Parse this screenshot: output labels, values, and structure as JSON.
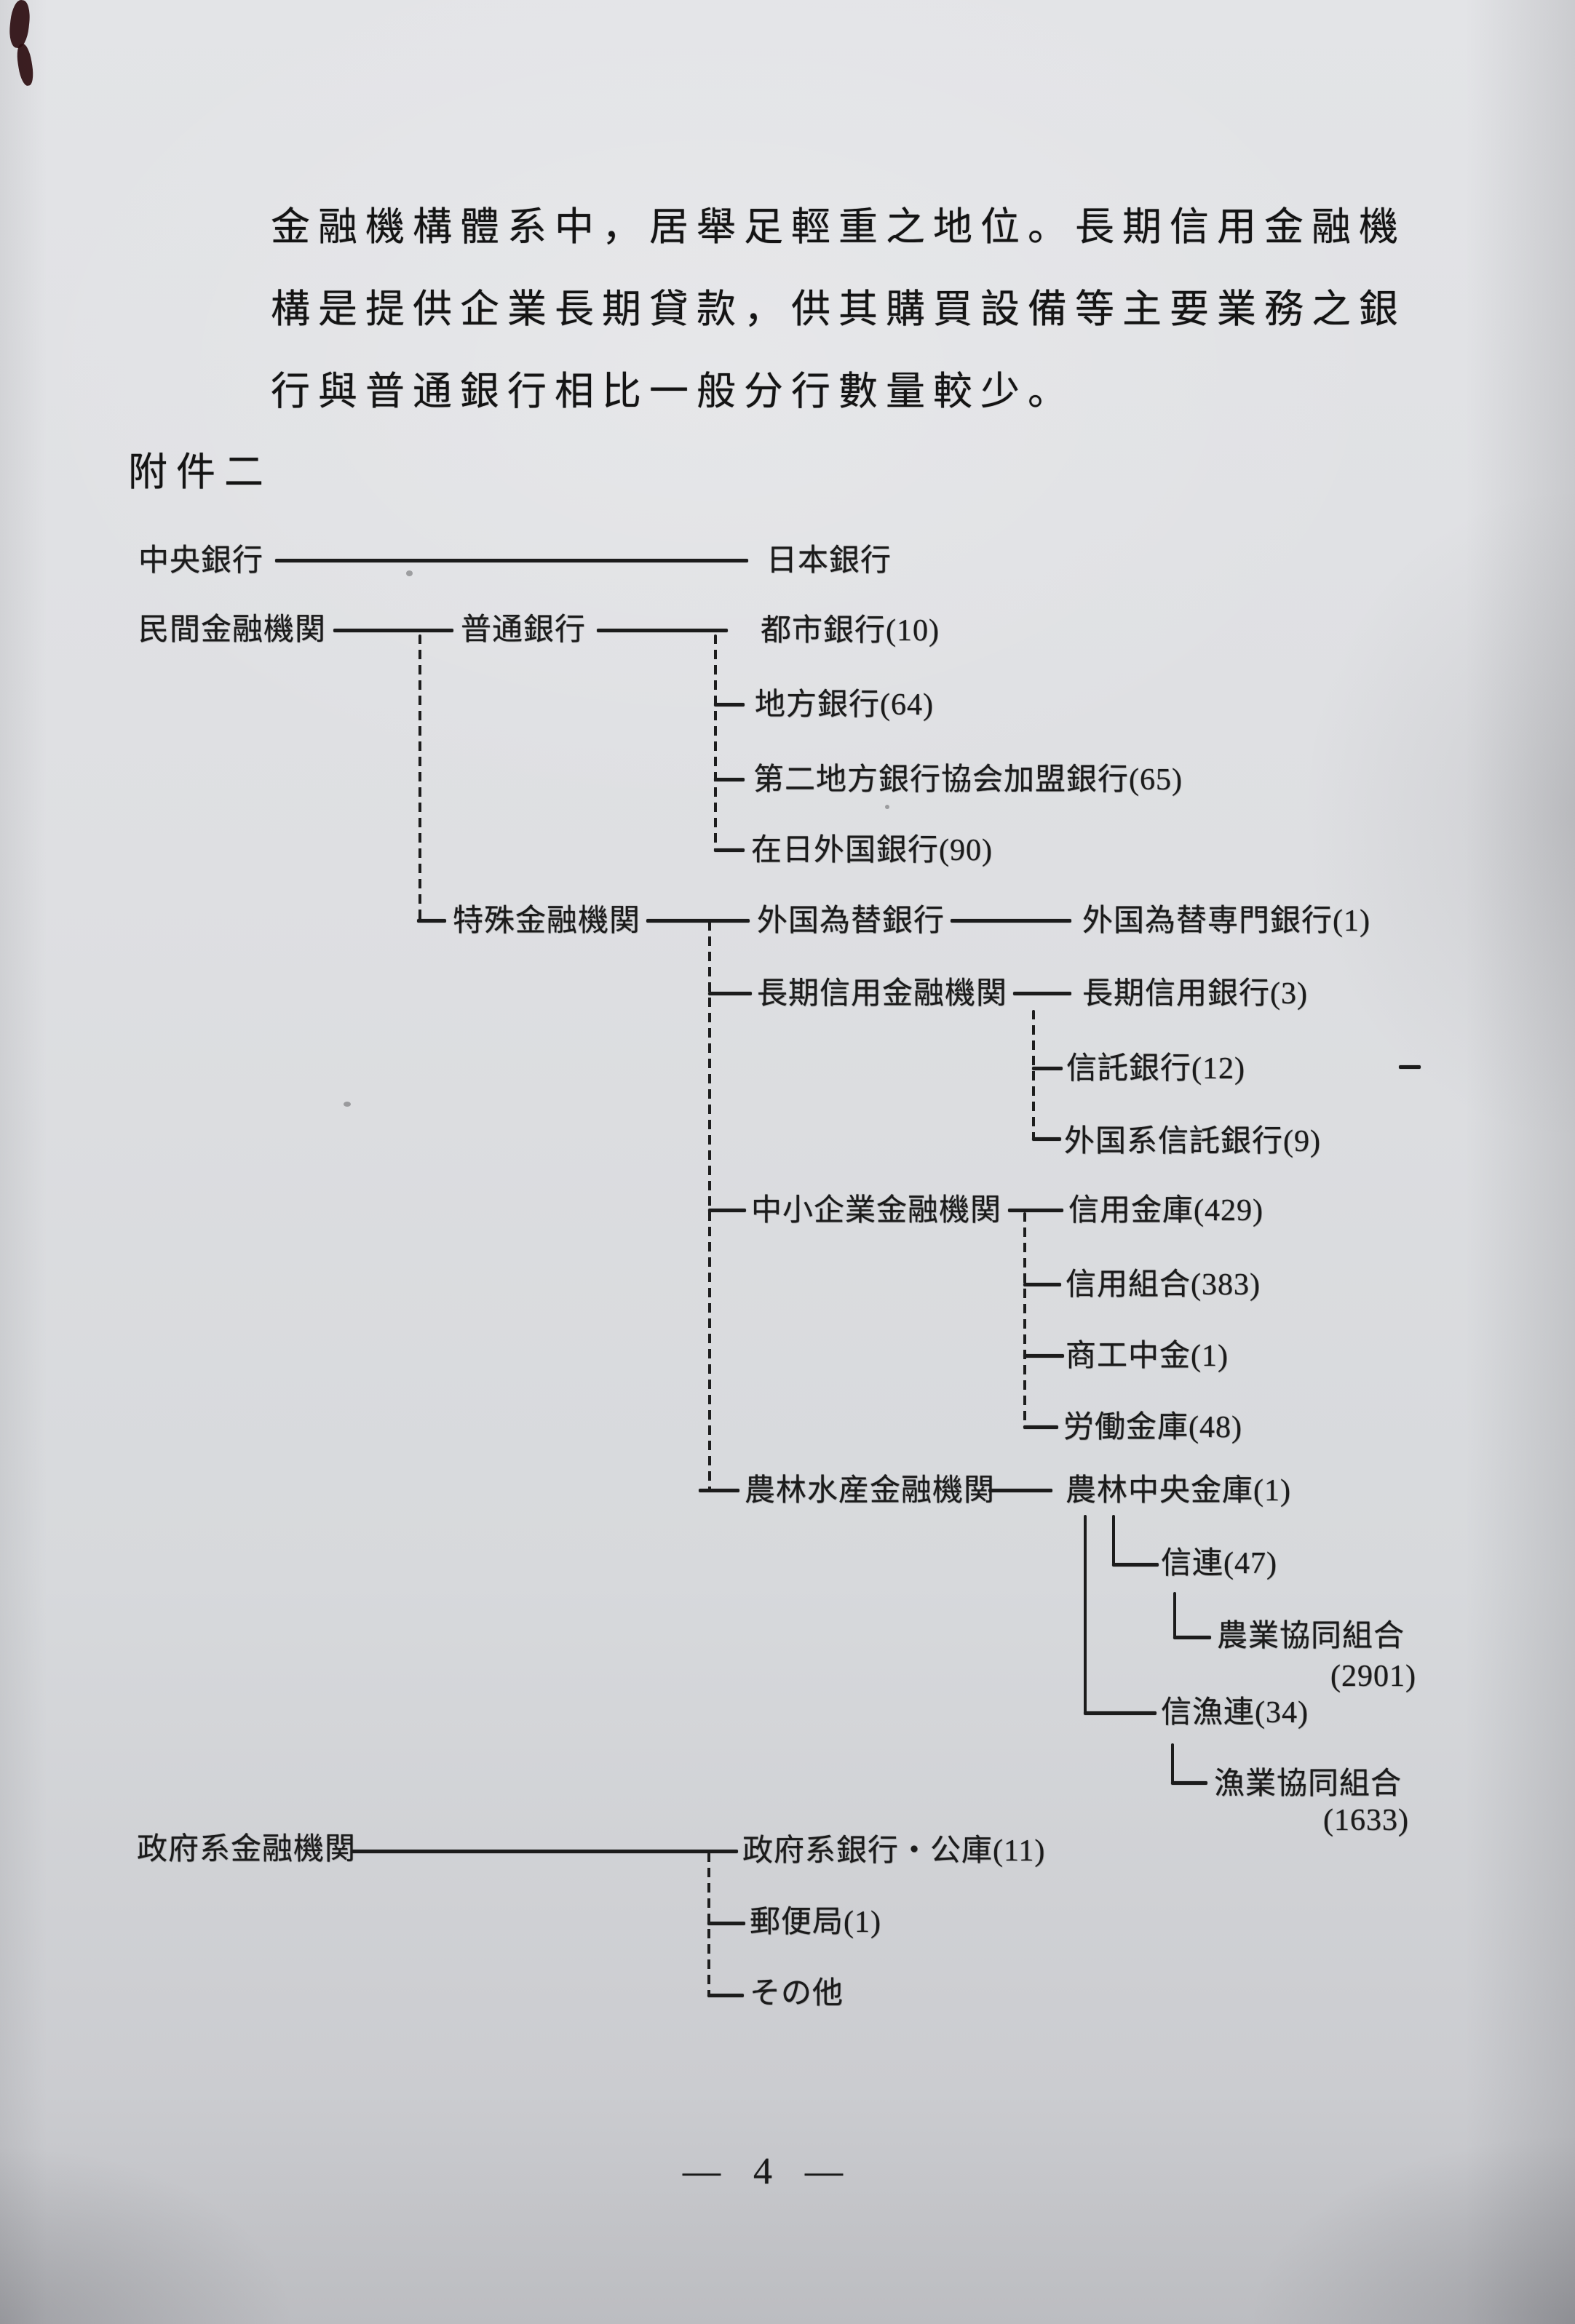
{
  "page": {
    "paragraph": {
      "line1": "金融機構體系中，居舉足輕重之地位。長期信用金融機",
      "line2": "構是提供企業長期貸款，供其購買設備等主要業務之銀",
      "line3": "行與普通銀行相比一般分行數量較少。"
    },
    "attachment_label": "附件二",
    "page_number": "— 4 —"
  },
  "labels": {
    "central_bank": "中央銀行",
    "bank_of_japan": "日本銀行",
    "private_financial": "民間金融機関",
    "ordinary_bank": "普通銀行",
    "city_bank": "都市銀行(10)",
    "regional_bank": "地方銀行(64)",
    "second_regional_bank": "第二地方銀行協会加盟銀行(65)",
    "foreign_bank_in_japan": "在日外国銀行(90)",
    "special_financial": "特殊金融機関",
    "forex_bank": "外国為替銀行",
    "forex_specialized_bank": "外国為替専門銀行(1)",
    "longterm_credit_financial": "長期信用金融機関",
    "longterm_credit_bank": "長期信用銀行(3)",
    "trust_bank": "信託銀行(12)",
    "foreign_trust_bank": "外国系信託銀行(9)",
    "sme_financial": "中小企業金融機関",
    "shinkin_bank": "信用金庫(429)",
    "credit_cooperative": "信用組合(383)",
    "shoko_chukin": "商工中金(1)",
    "labor_bank": "労働金庫(48)",
    "agri_forestry_fishery_financial": "農林水産金融機関",
    "norinchukin_bank": "農林中央金庫(1)",
    "shinren": "信連(47)",
    "agricultural_cooperative": "農業協同組合",
    "agricultural_cooperative_count": "(2901)",
    "shingyoren": "信漁連(34)",
    "fishery_cooperative": "漁業協同組合",
    "fishery_cooperative_count": "(1633)",
    "government_financial": "政府系金融機関",
    "government_banks_koko": "政府系銀行・公庫(11)",
    "post_office": "郵便局(1)",
    "others": "その他"
  },
  "diagram": {
    "title": "附件二",
    "tree": [
      {
        "name": "中央銀行",
        "children": [
          {
            "name": "日本銀行"
          }
        ]
      },
      {
        "name": "民間金融機関",
        "children": [
          {
            "name": "普通銀行",
            "children": [
              {
                "name": "都市銀行",
                "count": 10
              },
              {
                "name": "地方銀行",
                "count": 64
              },
              {
                "name": "第二地方銀行協会加盟銀行",
                "count": 65
              },
              {
                "name": "在日外国銀行",
                "count": 90
              }
            ]
          },
          {
            "name": "特殊金融機関",
            "children": [
              {
                "name": "外国為替銀行",
                "children": [
                  {
                    "name": "外国為替専門銀行",
                    "count": 1
                  }
                ]
              },
              {
                "name": "長期信用金融機関",
                "children": [
                  {
                    "name": "長期信用銀行",
                    "count": 3
                  },
                  {
                    "name": "信託銀行",
                    "count": 12
                  },
                  {
                    "name": "外国系信託銀行",
                    "count": 9
                  }
                ]
              },
              {
                "name": "中小企業金融機関",
                "children": [
                  {
                    "name": "信用金庫",
                    "count": 429
                  },
                  {
                    "name": "信用組合",
                    "count": 383
                  },
                  {
                    "name": "商工中金",
                    "count": 1
                  },
                  {
                    "name": "労働金庫",
                    "count": 48
                  }
                ]
              },
              {
                "name": "農林水産金融機関",
                "children": [
                  {
                    "name": "農林中央金庫",
                    "count": 1,
                    "children": [
                      {
                        "name": "信連",
                        "count": 47,
                        "children": [
                          {
                            "name": "農業協同組合",
                            "count": 2901
                          }
                        ]
                      },
                      {
                        "name": "信漁連",
                        "count": 34,
                        "children": [
                          {
                            "name": "漁業協同組合",
                            "count": 1633
                          }
                        ]
                      }
                    ]
                  }
                ]
              }
            ]
          }
        ]
      },
      {
        "name": "政府系金融機関",
        "children": [
          {
            "name": "政府系銀行・公庫",
            "count": 11
          },
          {
            "name": "郵便局",
            "count": 1
          },
          {
            "name": "その他"
          }
        ]
      }
    ],
    "ink_color": "#1c1c1c",
    "paper_color": "#dedfe2"
  }
}
